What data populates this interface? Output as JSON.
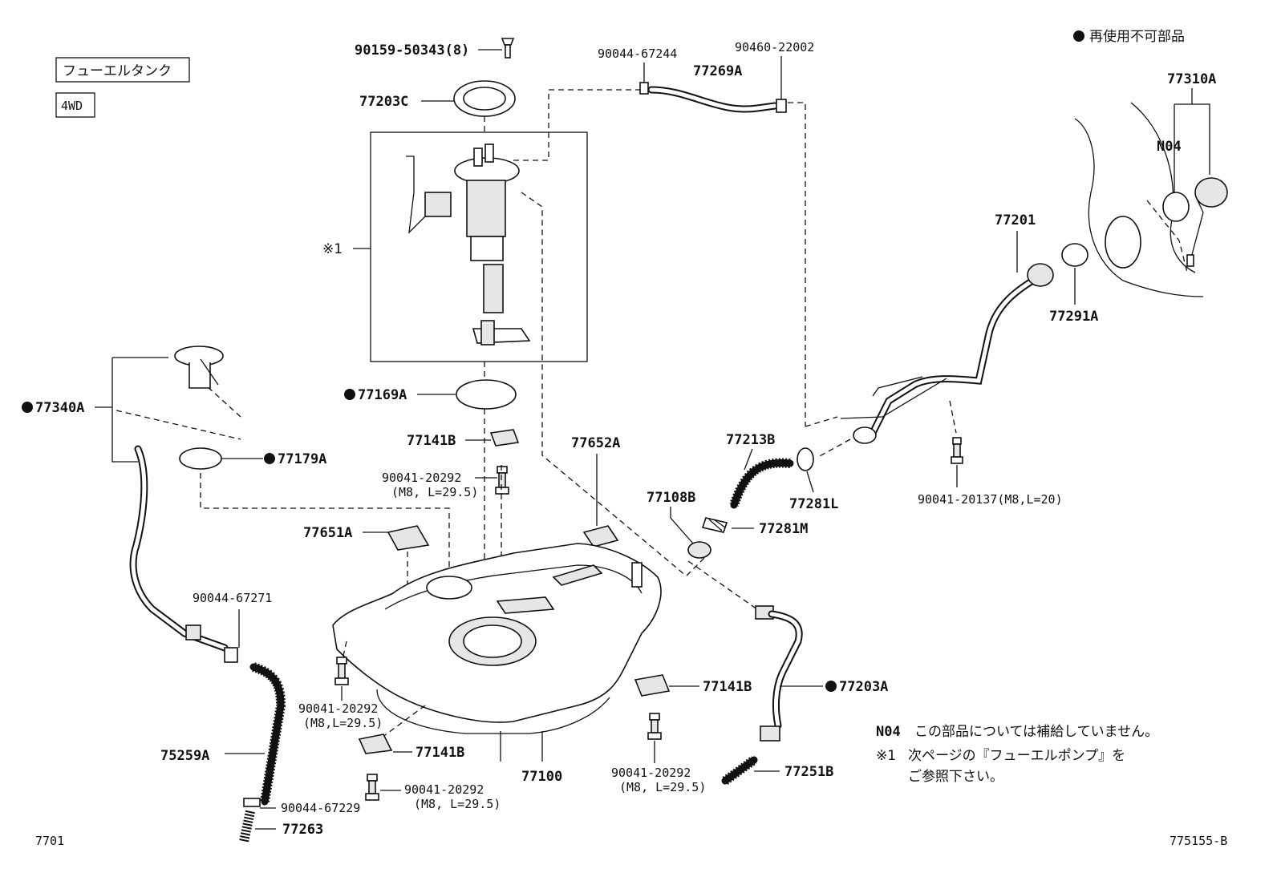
{
  "header": {
    "title_tag": "フューエルタンク",
    "drive_tag": "4WD",
    "legend": "再使用不可部品"
  },
  "parts": {
    "p90159": "90159-50343(8)",
    "p77203C": "77203C",
    "p90044_67244": "90044-67244",
    "p77269A": "77269A",
    "p90460": "90460-22002",
    "p77310A": "77310A",
    "pN04": "N04",
    "p77201": "77201",
    "p77291A": "77291A",
    "ref1": "※1",
    "p77169A": "77169A",
    "p77340A": "77340A",
    "p77179A": "77179A",
    "p77141B_top": "77141B",
    "p90041_top": "90041-20292",
    "p90041_top_spec": "(M8, L=29.5)",
    "p77652A": "77652A",
    "p77213B": "77213B",
    "p77281L": "77281L",
    "p90041_20137": "90041-20137(M8,L=20)",
    "p77108B": "77108B",
    "p77281M": "77281M",
    "p77651A": "77651A",
    "p90044_67271": "90044-67271",
    "p77141B_right": "77141B",
    "p77203A": "77203A",
    "p90041_left": "90041-20292",
    "p90041_left_spec": "(M8,L=29.5)",
    "p77141B_bottom": "77141B",
    "p75259A": "75259A",
    "p77100": "77100",
    "p90041_mid": "90041-20292",
    "p90041_mid_spec": "(M8, L=29.5)",
    "p90041_right": "90041-20292",
    "p90041_right_spec": "(M8, L=29.5)",
    "p77251B": "77251B",
    "p90044_67229": "90044-67229",
    "p77263": "77263"
  },
  "notes": {
    "n04_code": "N04",
    "n04_text": "この部品については補給していません。",
    "ref_code": "※1",
    "ref_text_1": "次ページの『フューエルポンプ』を",
    "ref_text_2": "ご参照下さい。"
  },
  "footer": {
    "left_code": "7701",
    "right_code": "775155-B"
  }
}
